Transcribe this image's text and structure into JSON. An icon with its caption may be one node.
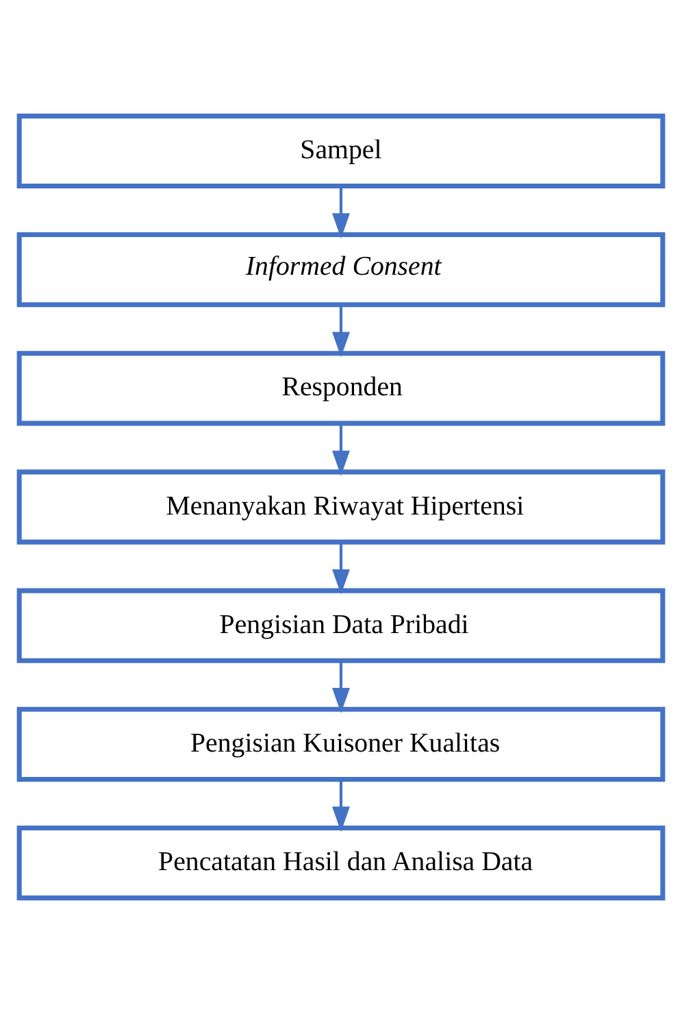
{
  "diagram": {
    "nodes": [
      {
        "text": [
          "Sampel"
        ]
      },
      {
        "text": [
          "Informed Consent"
        ]
      },
      {
        "text": [
          "Responden"
        ]
      },
      {
        "text": [
          "Menanyakan Riwayat Hipertensi"
        ]
      },
      {
        "text": [
          "Pengisian Data Pribadi"
        ]
      },
      {
        "text": [
          "Pengisian Kuisoner Kualitas"
        ]
      },
      {
        "text": [
          "Pencatatan Hasil dan Analisa Data"
        ]
      }
    ],
    "edges": [
      {
        "from": 0,
        "to": 1,
        "arrow": "to"
      },
      {
        "from": 1,
        "to": 2,
        "arrow": "to"
      },
      {
        "from": 2,
        "to": 3,
        "arrow": "to"
      },
      {
        "from": 3,
        "to": 4,
        "arrow": "to"
      },
      {
        "from": 4,
        "to": 5,
        "arrow": "to"
      },
      {
        "from": 5,
        "to": 6,
        "arrow": "to"
      }
    ]
  }
}
